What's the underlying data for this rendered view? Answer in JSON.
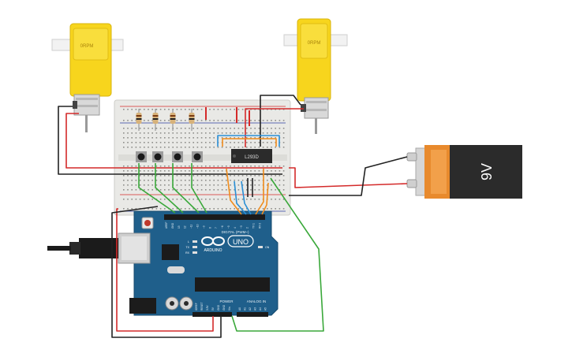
{
  "motors": {
    "left": {
      "label": "0RPM"
    },
    "right": {
      "label": "0RPM"
    }
  },
  "battery": {
    "label": "9V"
  },
  "driver_ic": {
    "label": "L293D"
  },
  "arduino": {
    "logo": "ARDUINO",
    "model": "UNO",
    "digital_header": "DIGITAL (PWM~)",
    "power_header": "POWER",
    "analog_header": "ANALOG IN",
    "on_label": "ON",
    "led_labels": [
      "L",
      "TX",
      "RX"
    ],
    "digital_pins": [
      "AREF",
      "GND",
      "13",
      "12",
      "~11",
      "~10",
      "~9",
      "8",
      "7",
      "~6",
      "~5",
      "4",
      "~3",
      "2",
      "TX 1",
      "RX 0"
    ],
    "power_pins": [
      "IOREF",
      "RESET",
      "3.3V",
      "5V",
      "GND",
      "GND",
      "Vin"
    ],
    "analog_pins": [
      "A0",
      "A1",
      "A2",
      "A3",
      "A4",
      "A5"
    ]
  },
  "colors": {
    "motor_yellow": "#f7d51d",
    "breadboard": "#e9e9e6",
    "arduino_blue": "#1f5f8b",
    "battery_black": "#2b2b2b",
    "battery_orange": "#e88a2d",
    "wire_red": "#d42a2a",
    "wire_black": "#222222",
    "wire_green": "#3aa83a",
    "wire_orange": "#f08c1c",
    "wire_blue": "#2a8fd6"
  }
}
